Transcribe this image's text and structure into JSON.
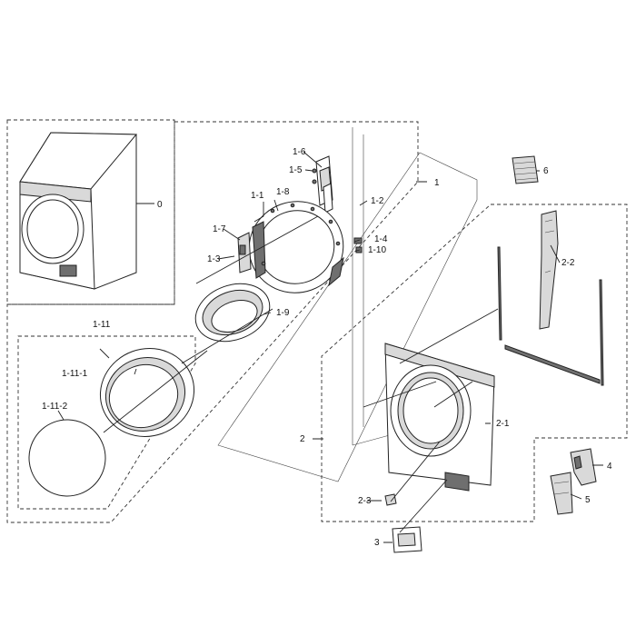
{
  "callouts": {
    "c0": "0",
    "c1": "1",
    "c1_1": "1-1",
    "c1_2": "1-2",
    "c1_3": "1-3",
    "c1_4": "1-4",
    "c1_5": "1-5",
    "c1_6": "1-6",
    "c1_7": "1-7",
    "c1_8": "1-8",
    "c1_9": "1-9",
    "c1_10": "1-10",
    "c1_11": "1-11",
    "c1_11_1": "1-11-1",
    "c1_11_2": "1-11-2",
    "c2": "2",
    "c2_1": "2-1",
    "c2_2": "2-2",
    "c2_3": "2-3",
    "c3": "3",
    "c4": "4",
    "c5": "5",
    "c6": "6"
  }
}
